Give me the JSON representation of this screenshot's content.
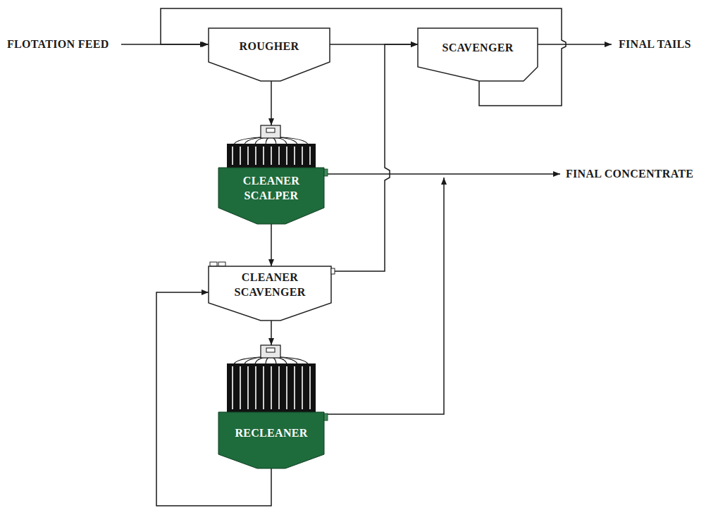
{
  "diagram": {
    "nodes": [
      {
        "text": [
          "ROUGHER"
        ]
      },
      {
        "text": [
          "SCAVENGER"
        ]
      },
      {
        "text": [
          "CLEANER SCALPER"
        ]
      },
      {
        "text": [
          "CLEANER SCAVENGER"
        ]
      },
      {
        "text": [
          "RECLEANER"
        ]
      }
    ],
    "edges": [
      {
        "from": 0,
        "to": 1,
        "arrow": "to"
      },
      {
        "from": 1,
        "to": 0,
        "arrow": "to"
      },
      {
        "from": 0,
        "to": 2,
        "arrow": "to"
      },
      {
        "from": 2,
        "to": 3,
        "arrow": "to"
      },
      {
        "from": 3,
        "to": 1,
        "arrow": "to"
      },
      {
        "from": 3,
        "to": 4,
        "arrow": "to"
      },
      {
        "from": 4,
        "to": 3,
        "arrow": "to"
      }
    ],
    "labels": [
      "FLOTATION FEED",
      "FINAL TAILS",
      "FINAL CONCENTRATE"
    ]
  }
}
